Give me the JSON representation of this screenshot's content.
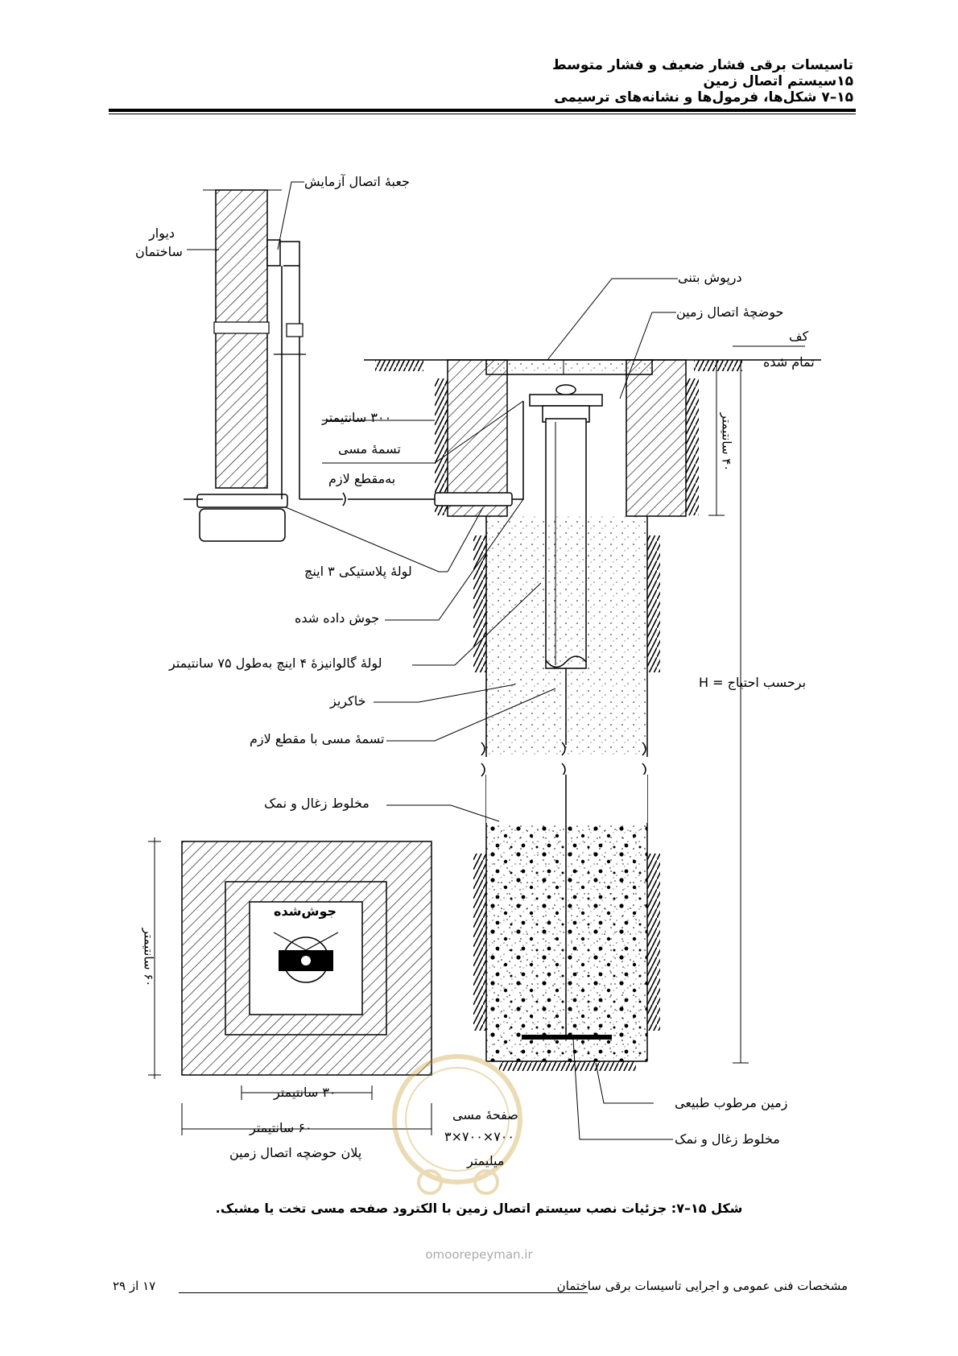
{
  "header": {
    "line1": "تاسیسات برقی فشار ضعیف و فشار متوسط",
    "line2": "۱۵سیستم اتصال زمین",
    "line3": "۱۵–۷ شکل‌ها، فرمول‌ها و نشانه‌های ترسیمی"
  },
  "figure": {
    "labels": {
      "test_box": "جعبهٔ اتصال آزمایش",
      "wall_1": "دیوار",
      "wall_2": "ساختمان",
      "concrete_cover": "درپوش بتنی",
      "earth_pit": "حوضچهٔ اتصال زمین",
      "floor_1": "کف",
      "floor_2": "تمام شده",
      "dim_300": "۳۰۰ سانتیمتر",
      "copper_tape_1": "تسمهٔ مسی",
      "copper_tape_2": "به‌مقطع لازم",
      "depth_40": "۴۰ سانتیمتر",
      "plastic_pipe": "لولهٔ پلاستیکی ۳ اینچ",
      "welded": "جوش داده شده",
      "galv_pipe": "لولهٔ گالوانیزهٔ ۴ اینچ به‌طول ۷۵ سانتیمتر",
      "backfill": "خاکریز",
      "copper_tape_req": "تسمهٔ مسی با مقطع لازم",
      "as_required": "برحسب احتیاج = H",
      "coal_salt_1": "مخلوط زغال و نمک",
      "weld_plan": "جوش‌شده",
      "dim_60_v": "۶۰ سانتیمتر",
      "dim_30": "۳۰ سانتیمتر",
      "dim_60_h": "۶۰ سانتیمتر",
      "plan_title": "پلان حوضچه اتصال زمین",
      "copper_plate_1": "صفحهٔ مسی",
      "copper_plate_2": "۷۰۰×۷۰۰×۳",
      "copper_plate_3": "میلیمتر",
      "moist_earth": "زمین مرطوب طبیعی",
      "coal_salt_2": "مخلوط زغال و نمک"
    }
  },
  "caption": "شکل ۱۵–۷: جزئیات نصب سیستم اتصال زمین با الکترود صفحه مسی تخت یا مشبک.",
  "watermark_url": "omoorepeyman.ir",
  "footer": {
    "title": "مشخصات فنی عمومی و اجرایی تاسیسات برقی ساختمان",
    "page": "۱۷ از ۲۹"
  }
}
